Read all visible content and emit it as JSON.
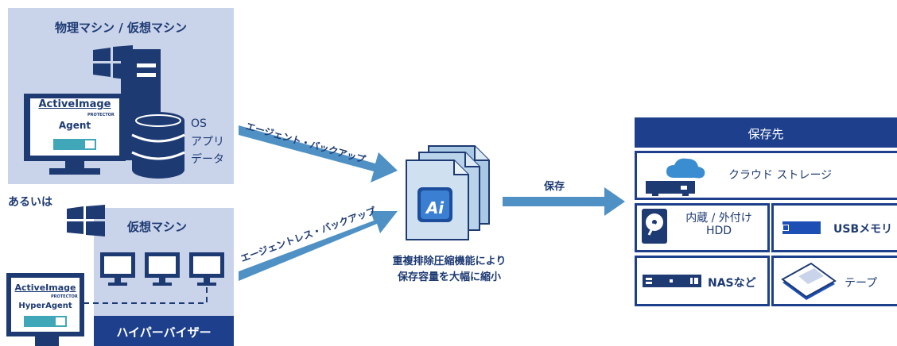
{
  "left_top": {
    "title": "物理マシン / 仮想マシン",
    "os_label": "OS",
    "app_label": "アプリ",
    "data_label": "データ",
    "logo": {
      "brand": "ActiveImage",
      "sub": "PROTECTOR",
      "agent": "Agent"
    }
  },
  "or_label": "あるいは",
  "left_bottom": {
    "title": "仮想マシン",
    "hypervisor": "ハイパーバイザー",
    "logo": {
      "brand": "ActiveImage",
      "sub": "PROTECTOR",
      "agent": "HyperAgent"
    }
  },
  "arrows": {
    "agent_backup": "エージェント・バックアップ",
    "agentless_backup": "エージェントレス・バックアップ",
    "save": "保存"
  },
  "center": {
    "caption_line1": "重複排除圧縮機能により",
    "caption_line2": "保存容量を大幅に縮小",
    "ai_label": "Ai"
  },
  "storage": {
    "header": "保存先",
    "cloud": "クラウド ストレージ",
    "internal_line1": "内蔵 / 外付け",
    "internal_line2": "HDD",
    "usb": "USBメモリ",
    "nas": "NASなど",
    "tape": "テープ"
  },
  "colors": {
    "navy": "#1d3f8c",
    "panel": "#c9d3ea",
    "arrow": "#4f91c4",
    "teal": "#3fa7b8"
  }
}
